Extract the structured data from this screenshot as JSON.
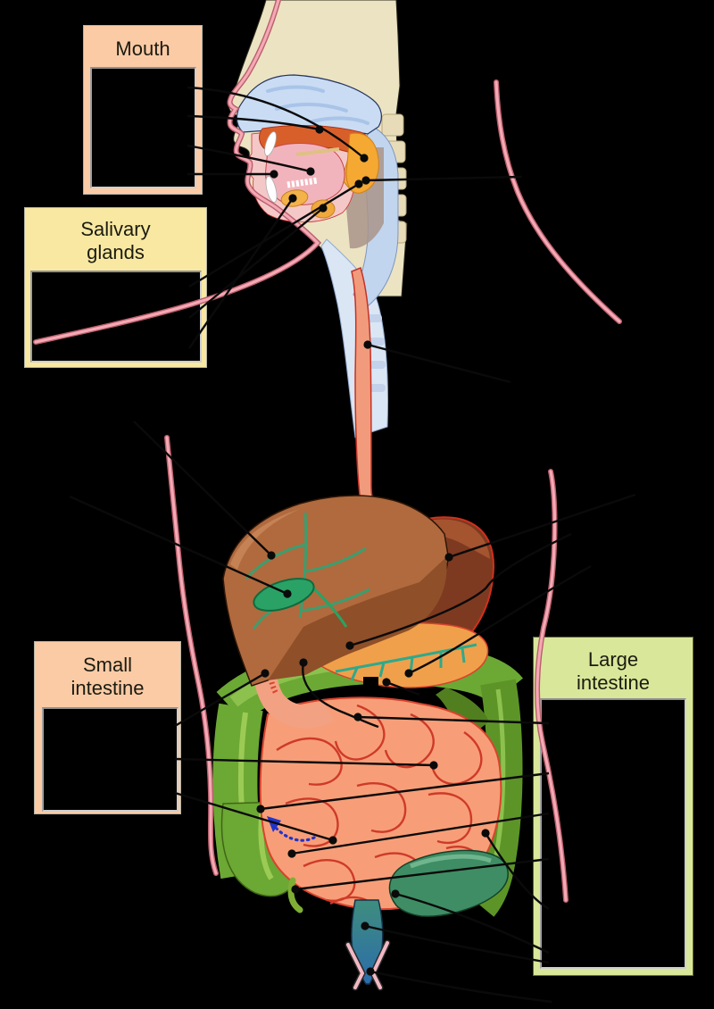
{
  "figure": {
    "boxes": {
      "mouth": {
        "title": "Mouth"
      },
      "salivary": {
        "line1": "Salivary",
        "line2": "glands"
      },
      "small_intestine": {
        "line1": "Small",
        "line2": "intestine"
      },
      "large_intestine": {
        "line1": "Large",
        "line2": "intestine"
      }
    },
    "palette": {
      "background": "#000000",
      "mouth_box_fill": "#fbcba6",
      "salivary_box_fill": "#f8e8a2",
      "small_intestine_box_fill": "#fbcba6",
      "large_intestine_box_fill": "#d9e79a",
      "body_outline_pink": "#f4a9b4",
      "leader_line": "#0a0a0a",
      "nasal_cavity_blue": "#c9dcf4",
      "skull_beige": "#ece3c2",
      "tongue_pink": "#f2b4bc",
      "salivary_gland_orange": "#f5a832",
      "esophagus_salmon": "#f29b7c",
      "liver_brown": "#b06a3e",
      "gallbladder_green": "#2aa266",
      "stomach_brown": "#7e3a20",
      "pancreas_orange": "#f0a04a",
      "small_intestine_salmon": "#f79e78",
      "large_intestine_green": "#6ca834",
      "sigmoid_teal": "#3f8d64",
      "rectum_blue": "#2b6cab",
      "arrow_blue": "#2233cc"
    }
  }
}
